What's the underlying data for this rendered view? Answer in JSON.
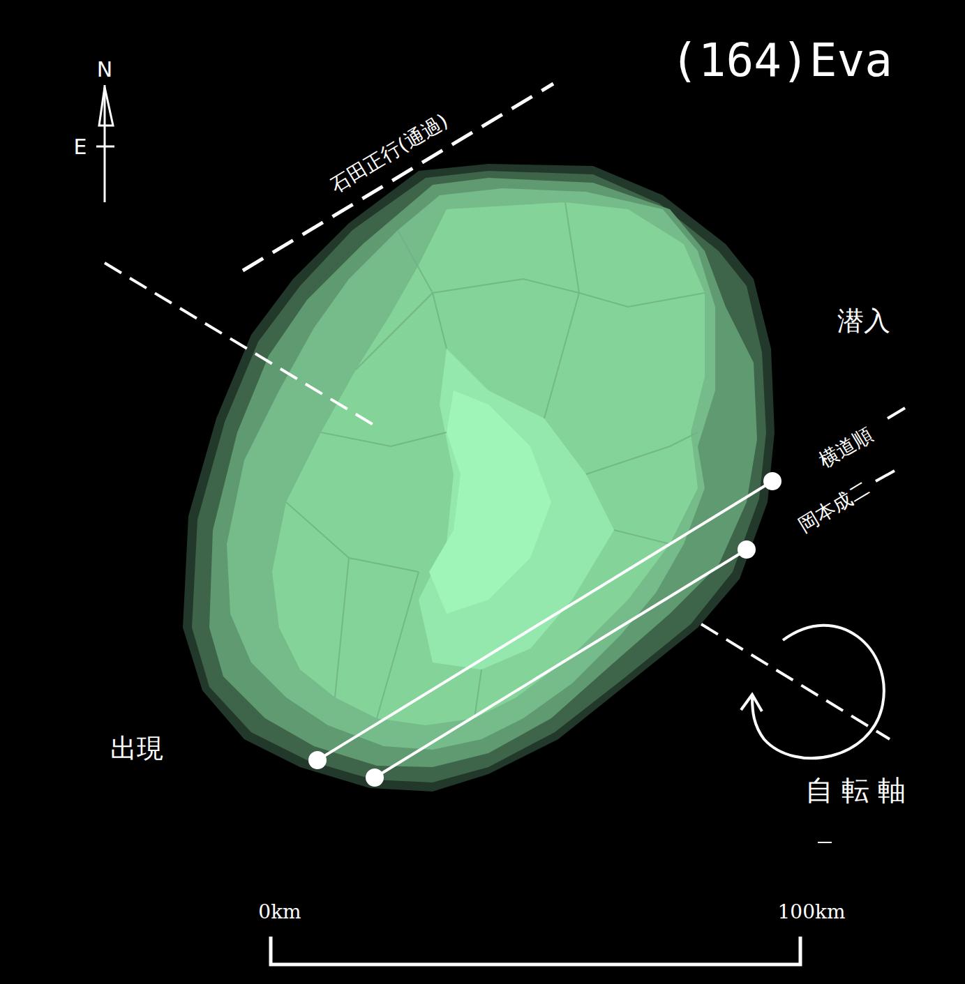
{
  "diagram": {
    "title": "(164)Eva",
    "labels": [
      "N",
      "E",
      "石田正行(通過)",
      "潜入",
      "横道順",
      "岡本成二",
      "出現",
      "自転軸",
      "0km",
      "100km"
    ]
  }
}
